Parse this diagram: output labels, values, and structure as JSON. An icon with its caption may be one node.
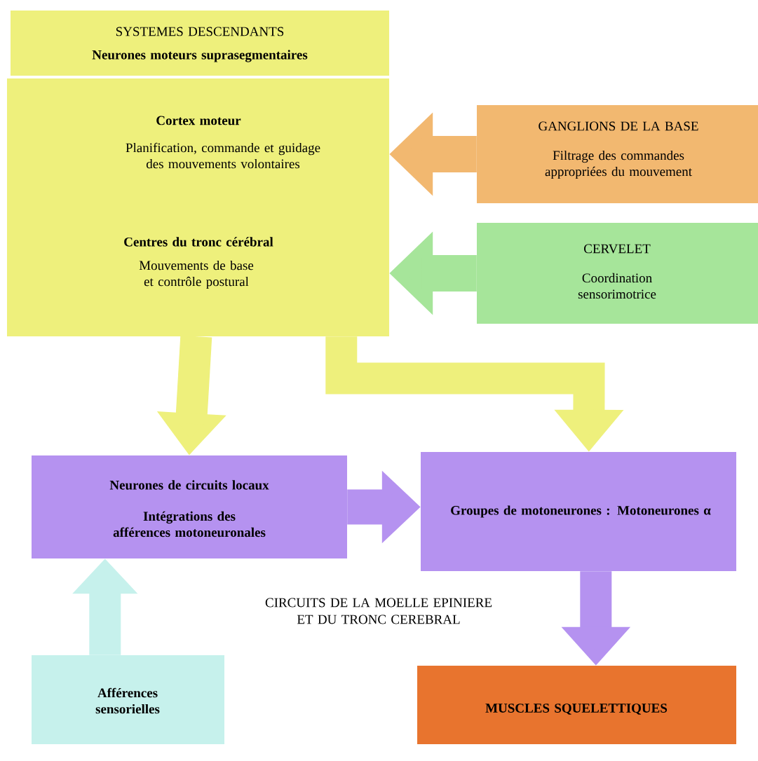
{
  "diagram": {
    "nodes": [
      {
        "text": [
          "SYSTEMES DESCENDANTS",
          "Neurones moteurs suprasegmentaires"
        ]
      },
      {
        "text": [
          "Cortex moteur",
          "Planification, commande et guidage des mouvements volontaires",
          "Centres du tronc cérébral",
          "Mouvements de base et contrôle postural"
        ]
      },
      {
        "text": [
          "GANGLIONS DE LA BASE",
          "Filtrage des commandes appropriées du mouvement"
        ]
      },
      {
        "text": [
          "CERVELET",
          "Coordination sensorimotrice"
        ]
      },
      {
        "text": [
          "Neurones de circuits locaux",
          "Intégrations des afférences motoneuronales"
        ]
      },
      {
        "text": [
          "Groupes de motoneurones : Motoneurones α"
        ]
      },
      {
        "text": [
          "Afférences sensorielles"
        ]
      },
      {
        "text": [
          "MUSCLES SQUELETTIQUES"
        ]
      }
    ],
    "edges": [
      {
        "from": 2,
        "to": 1,
        "arrow": "to",
        "color": "#f2b870"
      },
      {
        "from": 3,
        "to": 1,
        "arrow": "to",
        "color": "#a6e59a"
      },
      {
        "from": 1,
        "to": 4,
        "arrow": "to",
        "color": "#eef07c"
      },
      {
        "from": 1,
        "to": 5,
        "arrow": "to",
        "color": "#eef07c"
      },
      {
        "from": 4,
        "to": 5,
        "arrow": "to",
        "color": "#b592f0"
      },
      {
        "from": 6,
        "to": 4,
        "arrow": "to",
        "color": "#c6f1ec"
      },
      {
        "from": 5,
        "to": 7,
        "arrow": "to",
        "color": "#b592f0"
      }
    ],
    "labels": [
      "CIRCUITS DE LA MOELLE EPINIERE ET DU TRONC CEREBRAL"
    ]
  }
}
